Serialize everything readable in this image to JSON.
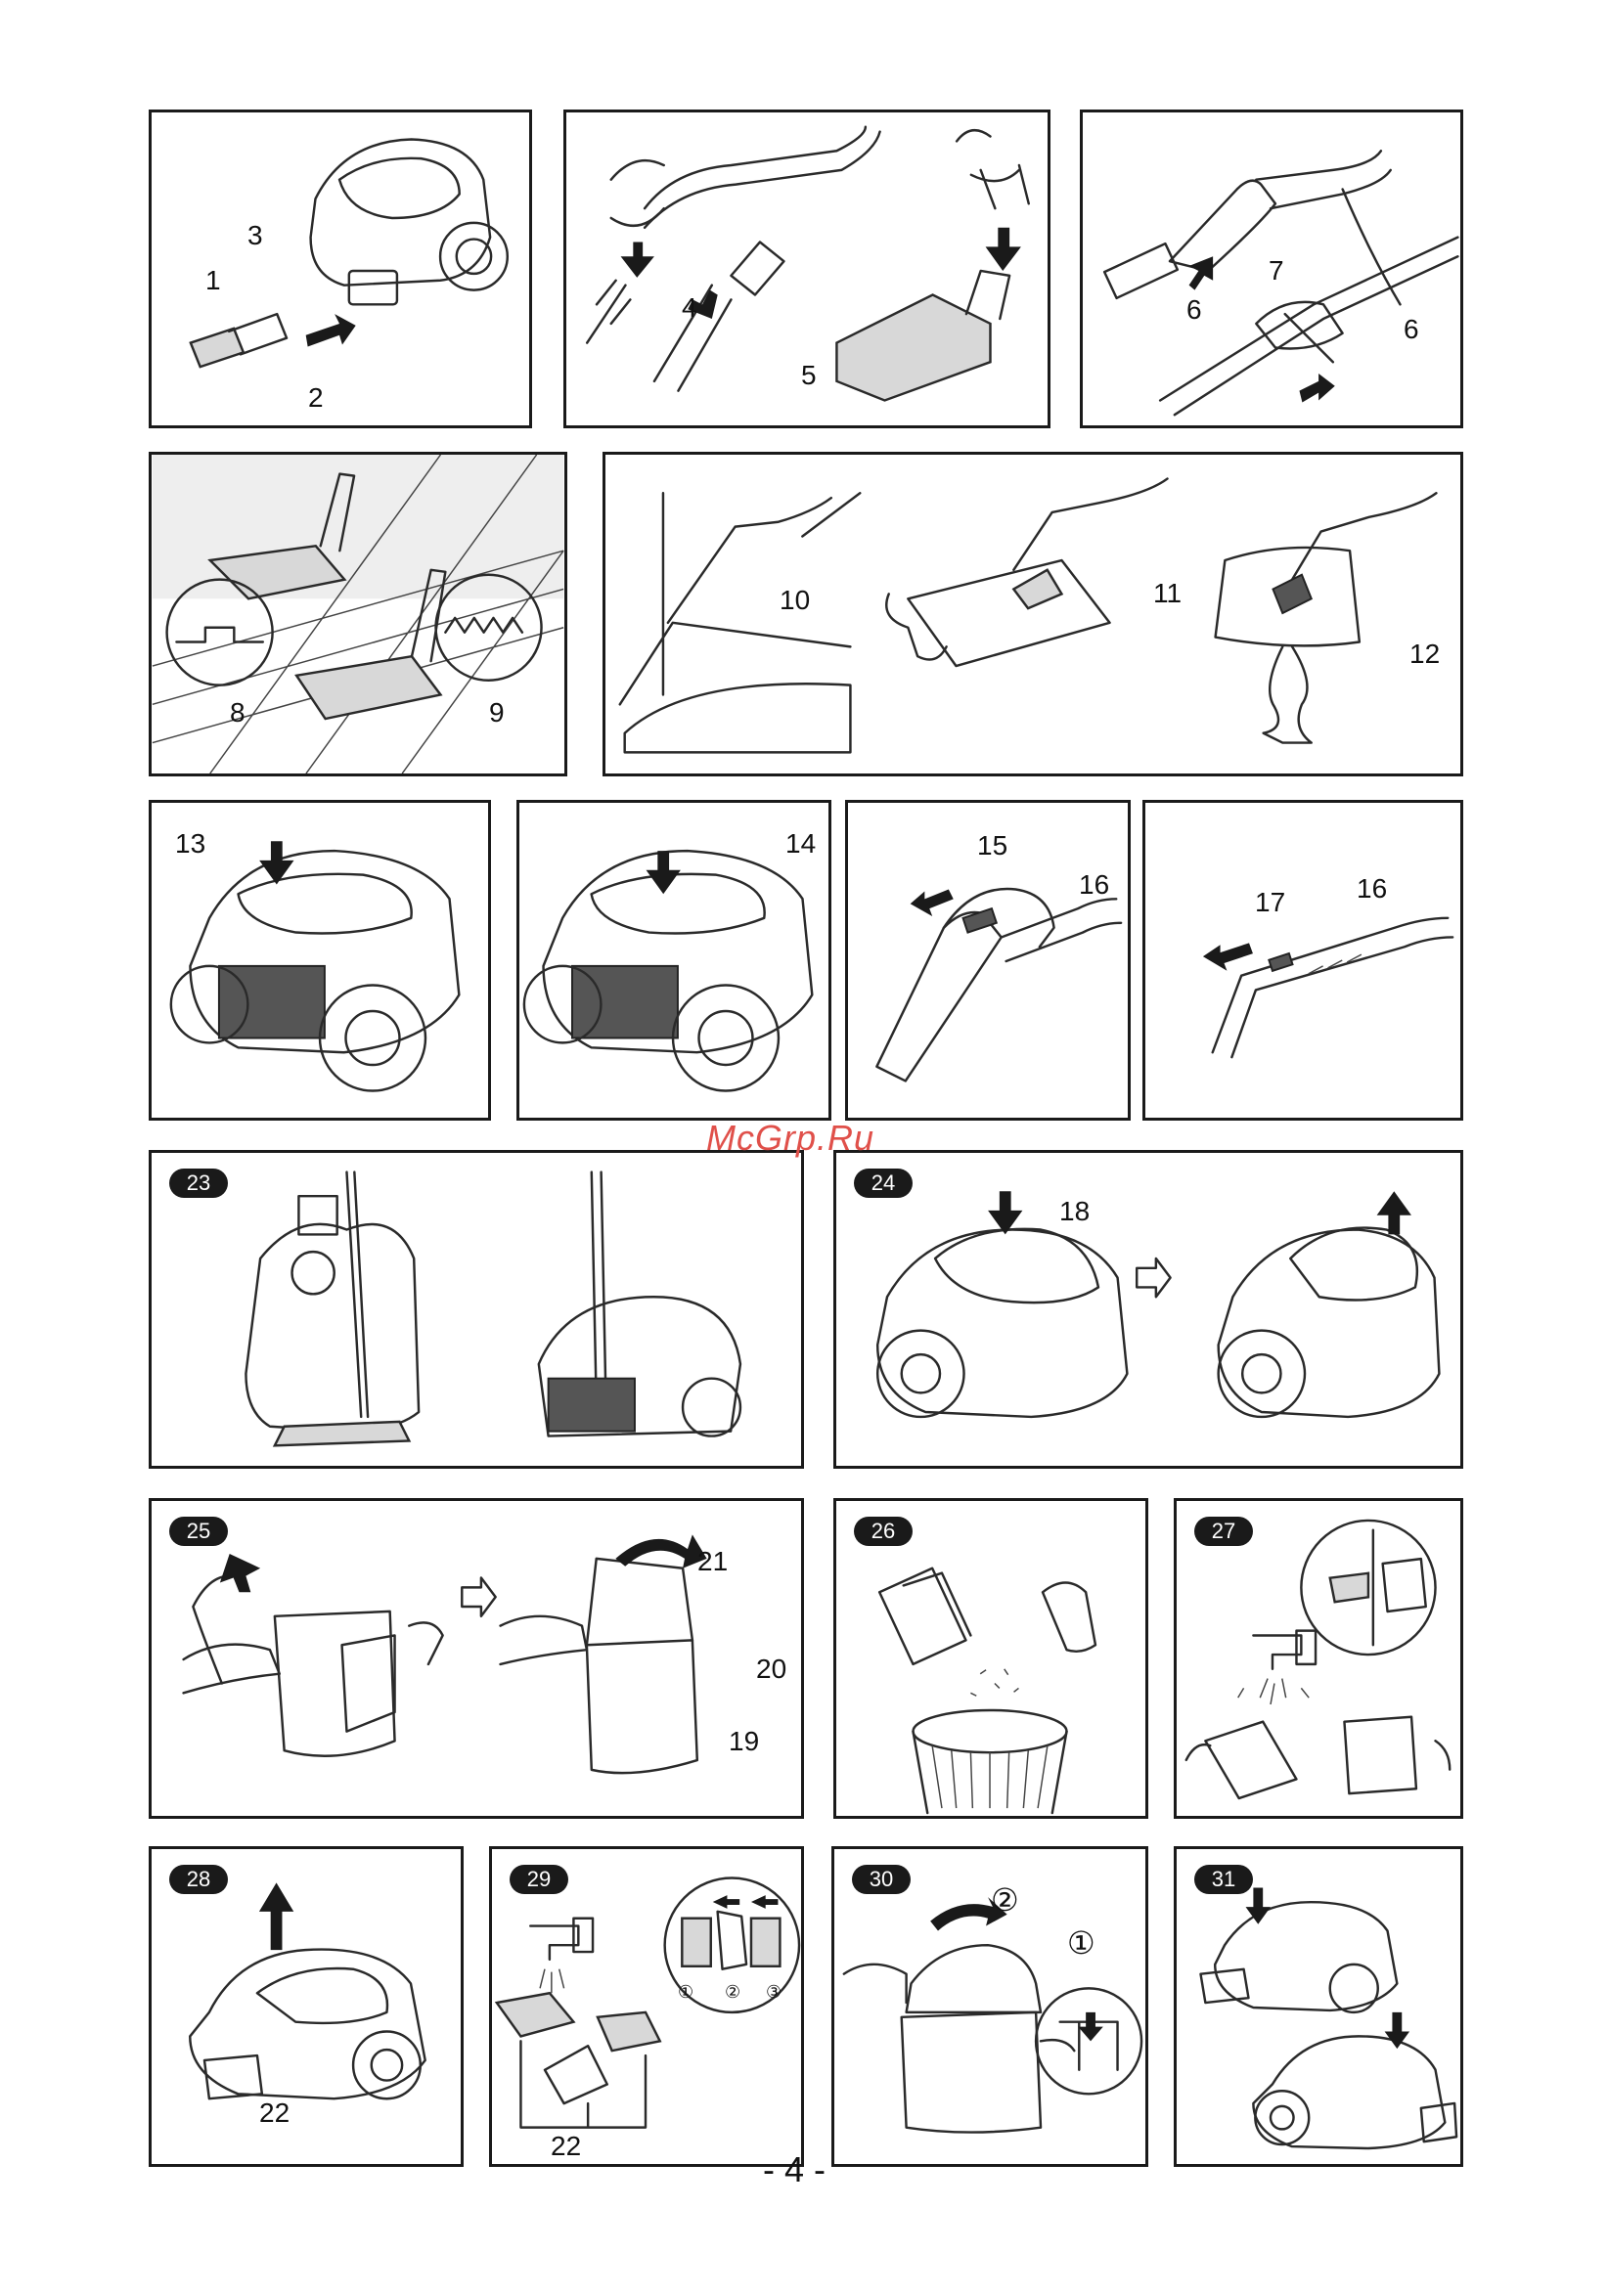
{
  "page": {
    "number": "- 4 -"
  },
  "watermark": "McGrp.Ru",
  "panels": {
    "p1": {
      "callouts": [
        "1",
        "3",
        "2"
      ]
    },
    "p2": {
      "callouts": [
        "4",
        "5"
      ]
    },
    "p3": {
      "callouts": [
        "6",
        "7",
        "6"
      ]
    },
    "p4": {
      "callouts": [
        "8",
        "9"
      ]
    },
    "p5": {
      "callouts": [
        "10",
        "11",
        "12"
      ]
    },
    "p6": {
      "callouts": [
        "13"
      ]
    },
    "p7": {
      "callouts": [
        "14"
      ]
    },
    "p8": {
      "callouts": [
        "15",
        "16"
      ]
    },
    "p9": {
      "callouts": [
        "17",
        "16"
      ]
    },
    "p23": {
      "badge": "23"
    },
    "p24": {
      "badge": "24",
      "callouts": [
        "18"
      ]
    },
    "p25": {
      "badge": "25",
      "callouts": [
        "21",
        "20",
        "19"
      ]
    },
    "p26": {
      "badge": "26"
    },
    "p27": {
      "badge": "27"
    },
    "p28": {
      "badge": "28",
      "callouts": [
        "22"
      ]
    },
    "p29": {
      "badge": "29",
      "callouts": [
        "22",
        "①",
        "②",
        "③"
      ]
    },
    "p30": {
      "badge": "30",
      "callouts": [
        "②",
        "①"
      ]
    },
    "p31": {
      "badge": "31"
    }
  },
  "icons": [
    "vacuum-cleaner-icon",
    "hose-icon",
    "nozzle-icon",
    "arrow-icon",
    "rotate-arrow-icon",
    "faucet-icon",
    "trash-bin-icon",
    "filter-icon"
  ]
}
